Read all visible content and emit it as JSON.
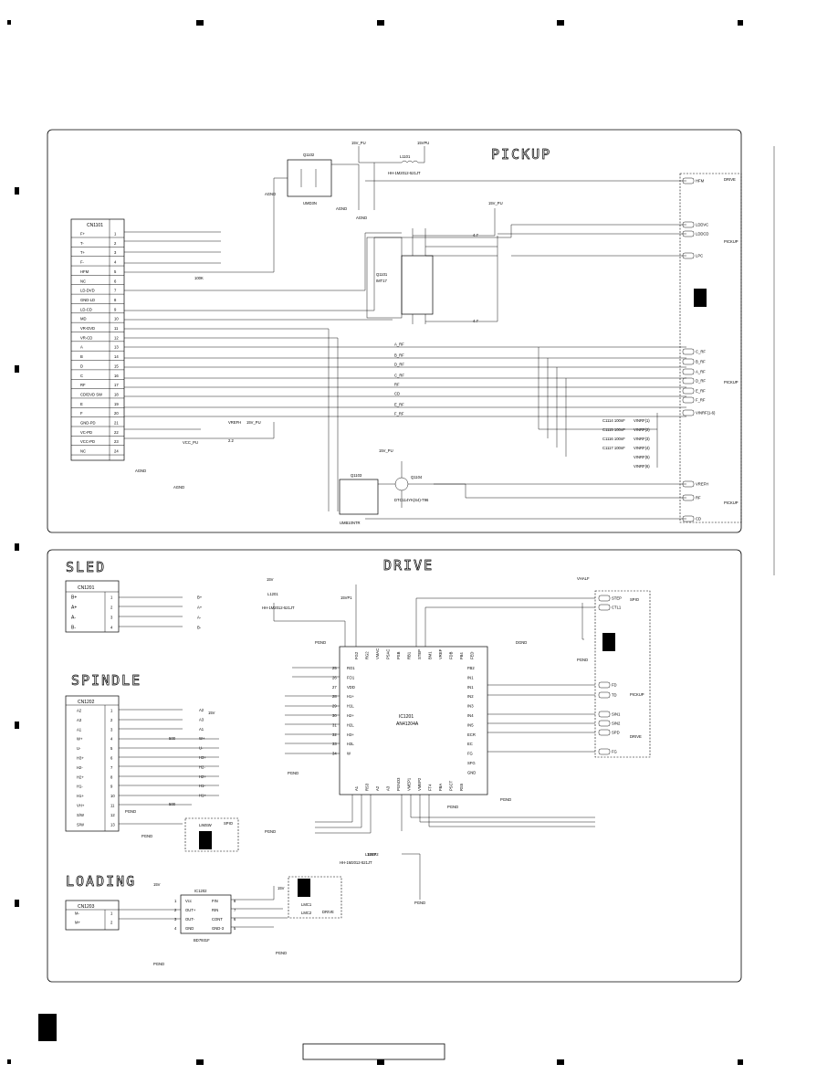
{
  "sections": {
    "pickup": "PICKUP",
    "drive": "DRIVE",
    "sled": "SLED",
    "spindle": "SPINDLE",
    "loading": "LOADING"
  },
  "connectors": {
    "cn1101": {
      "name": "CN1101",
      "pins": [
        "F+",
        "T-",
        "T+",
        "F-",
        "HFM",
        "NC",
        "LD-DVD",
        "GND-LD",
        "LD-CD",
        "MD",
        "VR-DVD",
        "VR-CD",
        "A",
        "B",
        "D",
        "C",
        "RF",
        "CD/DVD SW",
        "E",
        "F",
        "GND-PD",
        "VC-PD",
        "VCC-PD",
        "NC"
      ]
    },
    "cn1201": {
      "name": "CN1201",
      "pins": [
        "B+",
        "A+",
        "A-",
        "B-"
      ]
    },
    "cn1202": {
      "name": "CN1202",
      "pins": [
        "A2",
        "A3",
        "A1",
        "W+",
        "U-",
        "H3+",
        "H2-",
        "H2+",
        "H1-",
        "H1+",
        "VH+",
        "S/W",
        "S/W"
      ]
    },
    "cn1203": {
      "name": "CN1203",
      "pins": [
        "M-",
        "M+"
      ]
    }
  },
  "ics": {
    "ic1201": {
      "ref": "IC1201",
      "part": "AN41204A"
    },
    "ic1202": {
      "ref": "IC1202",
      "part": "BD7931F",
      "pins_left": [
        "Vcc",
        "OUT+",
        "OUT-",
        "GND"
      ],
      "pins_right": [
        "FIN",
        "RIN",
        "CONT",
        "GND-3"
      ]
    }
  },
  "transistors": {
    "q1102": {
      "ref": "Q1102",
      "part": "UMD3N"
    },
    "q1101": {
      "ref": "Q1101",
      "part": "IMT17"
    },
    "q1103": {
      "ref": "Q1103",
      "part": "UMB10NTR"
    },
    "q1104": {
      "ref": "Q1104",
      "part": "DTC114YK(S4)-T96"
    }
  },
  "inductors": {
    "l1101": "L1101",
    "l1101_part": "HH-1M2012-521JT",
    "l1201": "L1201",
    "l1201_part": "HH-1M2012-521JT",
    "l1202": "L1202",
    "l1202_part": "HH-1M2012-521JT"
  },
  "pickup_right_labels": [
    "HFM",
    "LDDVC",
    "LDDCD",
    "LPC",
    "C_RF",
    "B_RF",
    "A_RF",
    "D_RF",
    "E_RF",
    "F_RF",
    "VINRF(1-6)",
    "VREFH",
    "RF",
    "CD"
  ],
  "pickup_right_groups": [
    "DRIVE",
    "PICKUP",
    "PICKUP",
    "PICKUP"
  ],
  "rf_nets": [
    "A_RF",
    "B_RF",
    "D_RF",
    "C_RF",
    "RF",
    "CD",
    "E_RF",
    "F_RF"
  ],
  "vinrf_labels": [
    "VINRF(1)",
    "VINRF(2)",
    "VINRF(3)",
    "VINRF(4)",
    "VINRF(5)",
    "VINRF(6)"
  ],
  "vinrf_caps": [
    "C1114 100nF",
    "C1115 100nF",
    "C1116 100nF",
    "C1117 100nF"
  ],
  "power": [
    "15V_PU",
    "15VPU",
    "15V",
    "15VP1",
    "15VP2",
    "VHALF",
    "AGND",
    "PGND",
    "DGND",
    "VREFH",
    "VCC_PU"
  ],
  "drive_right_labels": [
    "STEP",
    "CTL1",
    "FD",
    "TD",
    "SIN1",
    "SIN2",
    "SPD",
    "FG"
  ],
  "drive_right_groups": [
    "SPIO",
    "PICKUP",
    "DRIVE"
  ],
  "ic1201_pins_left": [
    "RO1",
    "FO1",
    "VDD",
    "H1+",
    "H1L",
    "H2+",
    "H2L",
    "H3+",
    "H3L",
    "W"
  ],
  "ic1201_pins_right": [
    "FB2",
    "IN1",
    "IN1",
    "IN2",
    "IN3",
    "IN4",
    "IN5",
    "ECR",
    "EC",
    "FG",
    "SFG",
    "GND"
  ],
  "ic1201_pins_top": [
    "FG2",
    "RG2",
    "VMAC",
    "PSAC",
    "PSB",
    "RB1",
    "STEP",
    "BM1",
    "VREF",
    "FDB",
    "FB4",
    "FED"
  ],
  "ic1201_pins_bottom": [
    "A1",
    "RS3",
    "A2",
    "A3",
    "PGND3",
    "VMEP1",
    "VMEP2",
    "FT4",
    "FBA",
    "PSCT",
    "RS5"
  ],
  "sled_labels": [
    "B+",
    "A+",
    "A-",
    "B-"
  ],
  "spindle_labels": [
    "A2",
    "A3",
    "A1",
    "W+",
    "U-",
    "H3+",
    "H2-",
    "H2+",
    "H1-",
    "H1+"
  ],
  "loading_labels": [
    "LMC1",
    "LMC2"
  ],
  "misc": {
    "lmsw": "LIMSW",
    "spio": "SPIO",
    "drive": "DRIVE",
    "pickup": "PICKUP",
    "r_4_7": "4.7",
    "r_2_2": "2.2",
    "r_100k": "100K",
    "r_500": "500"
  }
}
